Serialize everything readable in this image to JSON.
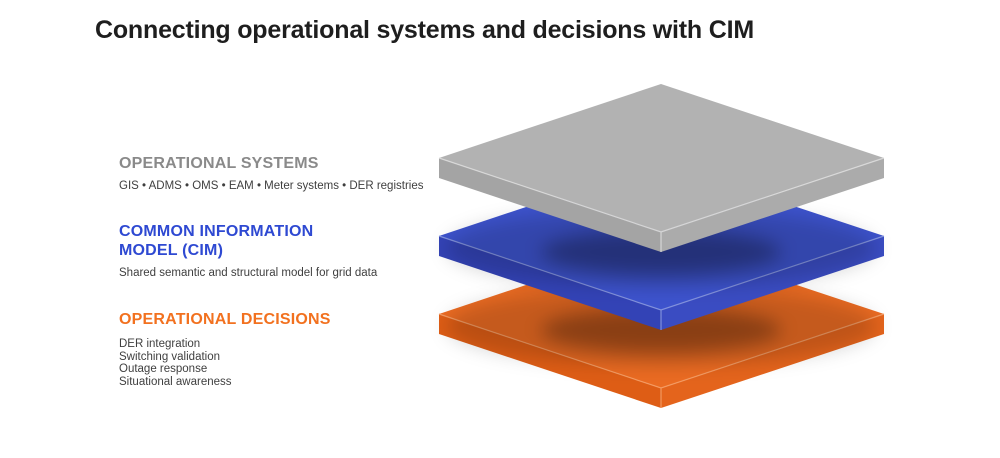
{
  "title": "Connecting operational systems and decisions with CIM",
  "diagram": {
    "layers": [
      {
        "name": "operational-systems",
        "heading": "OPERATIONAL SYSTEMS",
        "heading_color": "#8a8a8a",
        "description": "GIS • ADMS • OMS • EAM • Meter systems • DER registries",
        "colors": {
          "top": "#b2b2b2",
          "left": "#a4a4a4",
          "right": "#ababab",
          "edge": "#dedede"
        }
      },
      {
        "name": "common-information-model",
        "heading": "COMMON INFORMATION MODEL (CIM)",
        "heading_color": "#2e49d2",
        "description": "Shared semantic and structural model for grid data",
        "colors": {
          "top": "#3d53cd",
          "left": "#3343b6",
          "right": "#3a4cc2",
          "edge": "#8d9de3"
        }
      },
      {
        "name": "operational-decisions",
        "heading": "OPERATIONAL DECISIONS",
        "heading_color": "#f2711f",
        "items": [
          "DER integration",
          "Switching validation",
          "Outage response",
          "Situational awareness"
        ],
        "colors": {
          "top": "#eb6b22",
          "left": "#de5d15",
          "right": "#e4641c",
          "edge": "#f6a26c"
        }
      }
    ]
  }
}
